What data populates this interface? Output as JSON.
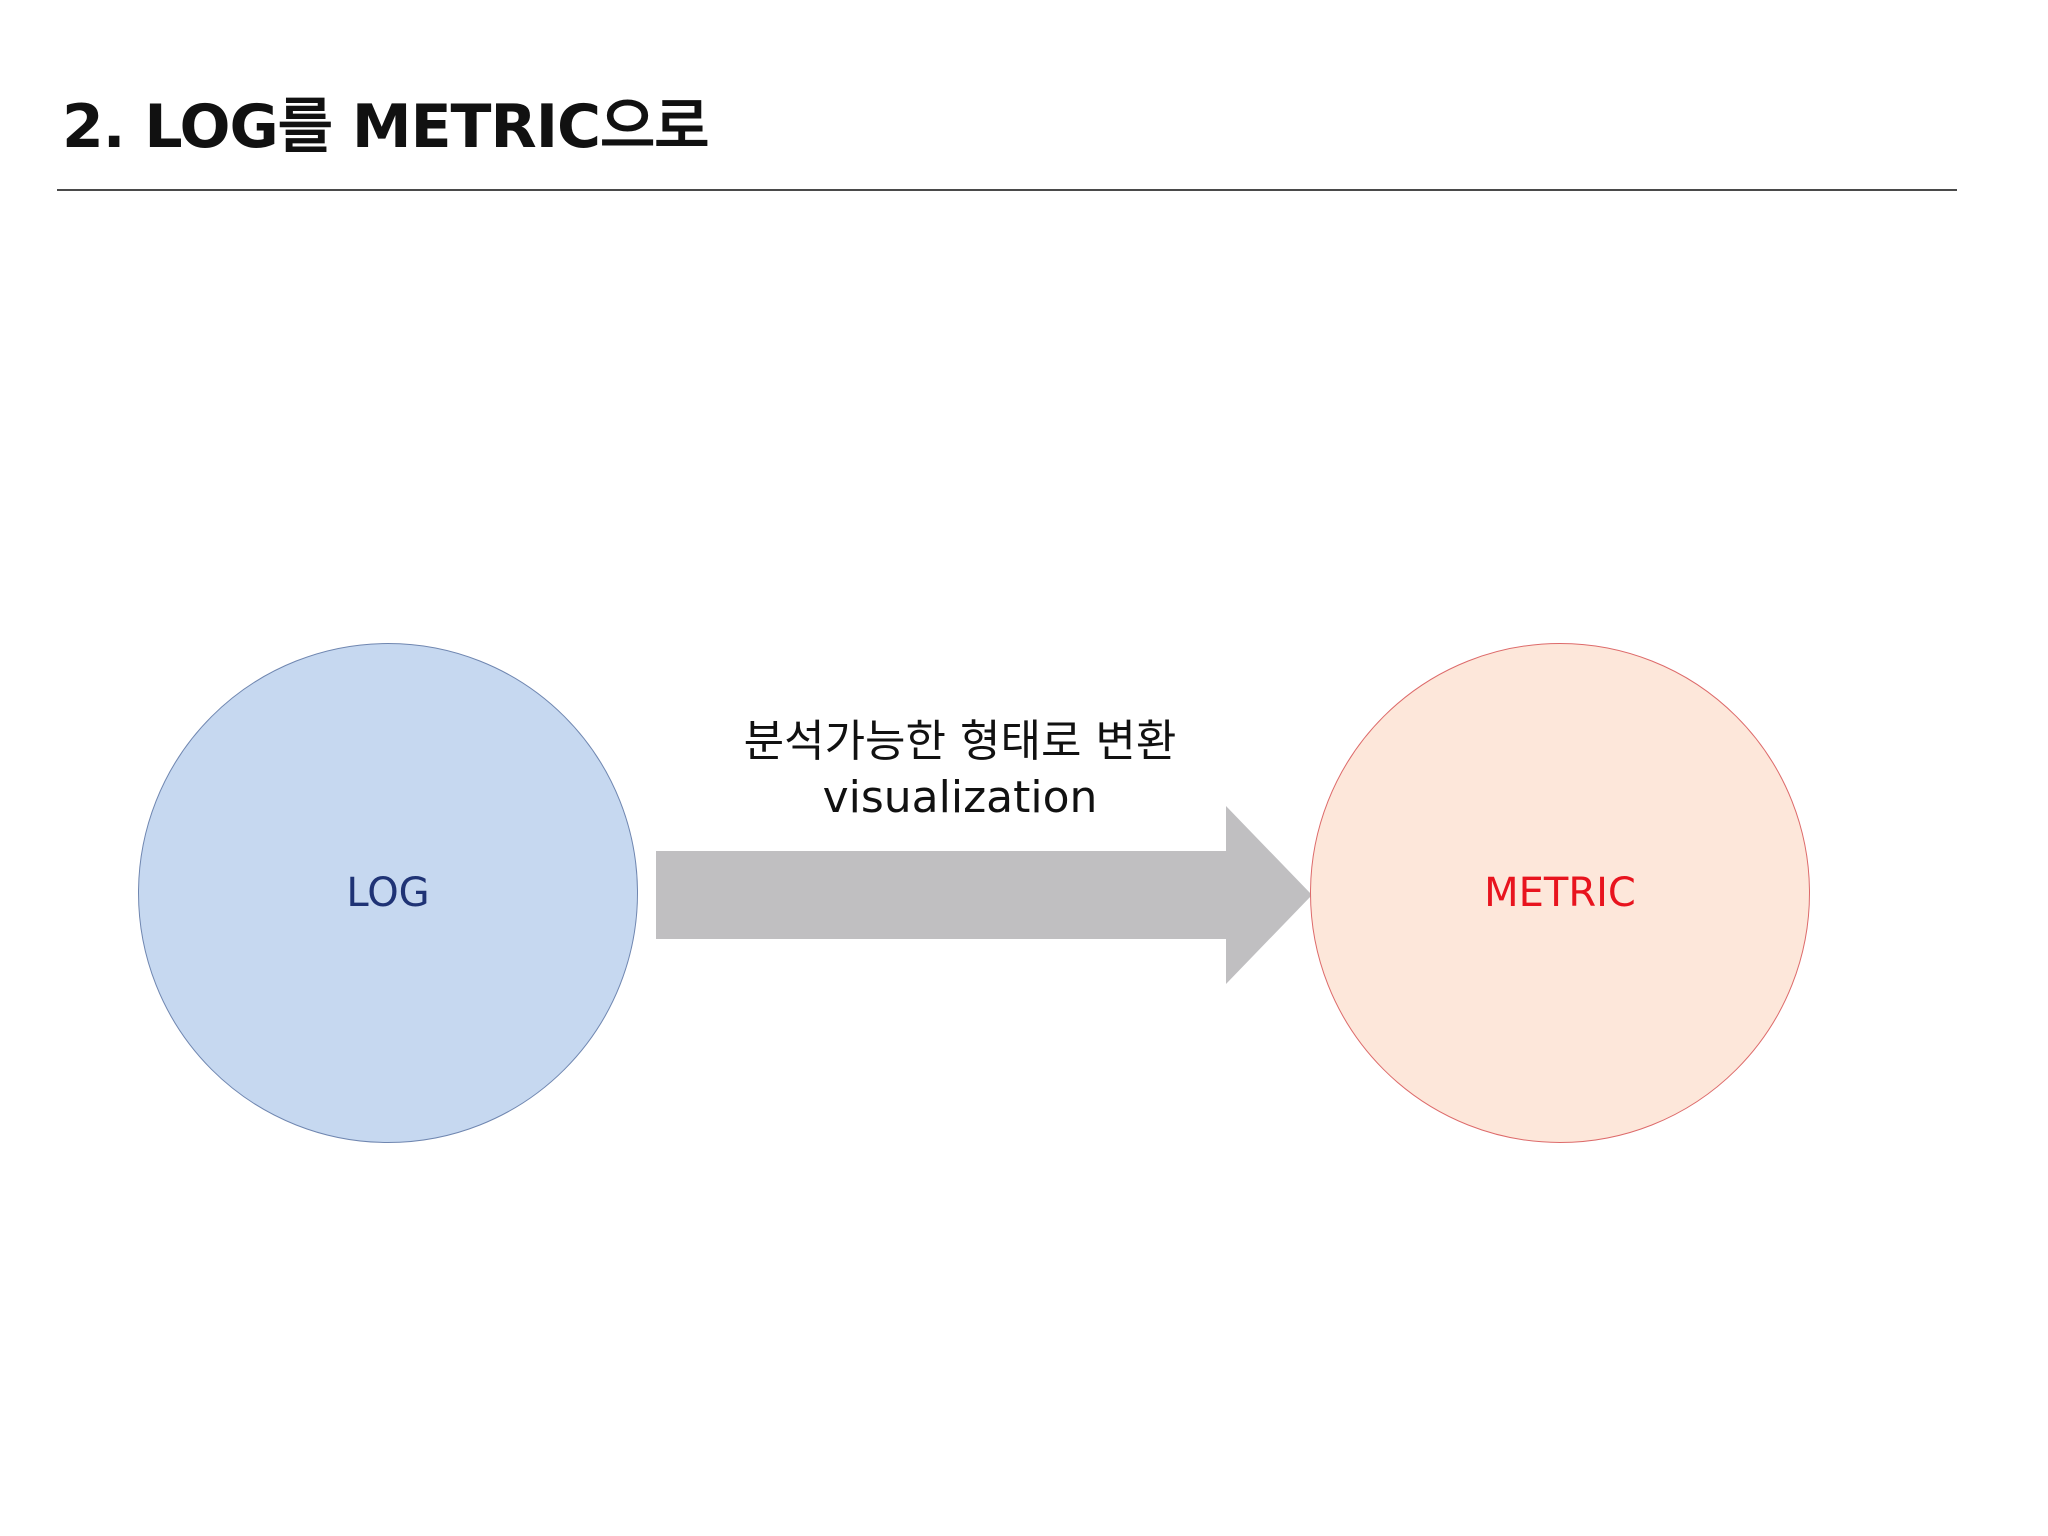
{
  "slide": {
    "title": "2. LOG를 METRIC으로"
  },
  "diagram": {
    "source_node": {
      "label": "LOG",
      "fill": "#c6d8f0",
      "stroke": "#6f86b0",
      "text_color": "#1f3375"
    },
    "target_node": {
      "label": "METRIC",
      "fill": "#fde7da",
      "stroke": "#dd6a6a",
      "text_color": "#e8141e"
    },
    "arrow": {
      "fill": "#c0bfc1",
      "caption_line1": "분석가능한 형태로 변환",
      "caption_line2": "visualization"
    }
  }
}
